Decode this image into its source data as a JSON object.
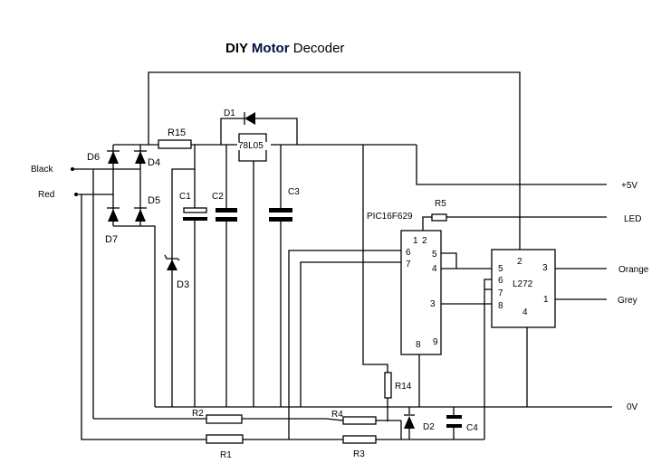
{
  "title": {
    "part1": "DIY",
    "part2": "Motor",
    "part3": "Decoder"
  },
  "inputs": {
    "black": "Black",
    "red": "Red"
  },
  "outputs": {
    "plus5v": "+5V",
    "led": "LED",
    "orange": "Orange",
    "grey": "Grey",
    "zero_v": "0V"
  },
  "components": {
    "diodes": [
      "D1",
      "D2",
      "D3",
      "D4",
      "D5",
      "D6",
      "D7"
    ],
    "resistors": [
      "R1",
      "R2",
      "R3",
      "R4",
      "R5",
      "R14",
      "R15"
    ],
    "capacitors": [
      "C1",
      "C2",
      "C3",
      "C4"
    ],
    "regulator": "78L05",
    "mcu": {
      "name": "PIC16F629",
      "pins": [
        "1",
        "2",
        "6",
        "7",
        "5",
        "4",
        "3",
        "8",
        "9"
      ]
    },
    "driver": {
      "name": "L272",
      "pins": [
        "2",
        "5",
        "6",
        "7",
        "8",
        "3",
        "1",
        "4"
      ]
    }
  }
}
